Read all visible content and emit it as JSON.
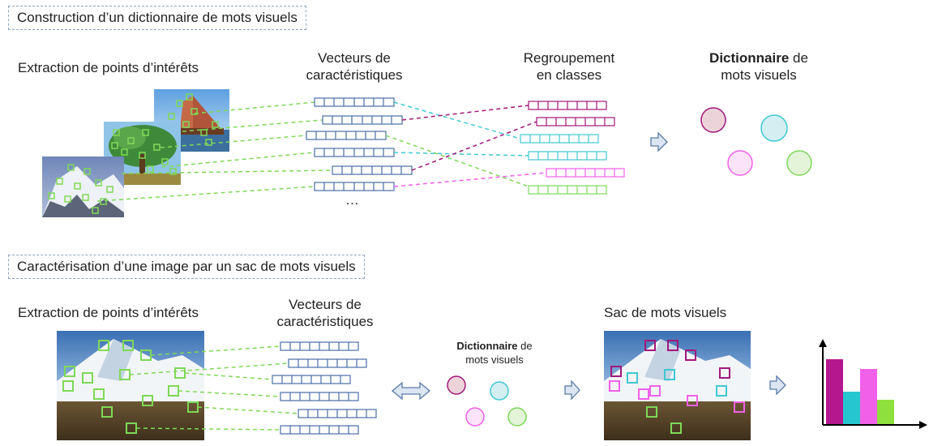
{
  "section1": {
    "title": "Construction d’un dictionnaire de mots visuels",
    "extraction": "Extraction de points d’intérêts",
    "vectors_line1": "Vecteurs de",
    "vectors_line2": "caractéristiques",
    "clustering_line1": "Regroupement",
    "clustering_line2": "en classes",
    "dict_bold": "Dictionnaire",
    "dict_rest": " de",
    "dict_line2": "mots visuels",
    "ellipsis": "…"
  },
  "section2": {
    "title": "Caractérisation d’une image par un sac de mots visuels",
    "extraction": "Extraction de points d’intérêts",
    "vectors_line1": "Vecteurs de",
    "vectors_line2": "caractéristiques",
    "dict_bold": "Dictionnaire",
    "dict_rest": " de",
    "dict_line2": "mots visuels",
    "bag": "Sac de mots visuels"
  },
  "colors": {
    "green": "#7ed957",
    "cyan": "#3fc8d2",
    "magenta": "#a2177a",
    "pink": "#f060e8",
    "vector_blue": "#4a6fa5",
    "arrow_fill": "#dce6f2",
    "arrow_stroke": "#5a7aa8"
  },
  "icons": [
    "interest-point-marker",
    "feature-vector",
    "visual-word-circle",
    "right-arrow-icon",
    "double-arrow-icon",
    "histogram-icon"
  ],
  "histogram": {
    "bars": [
      {
        "word": "magenta",
        "value": 0.8
      },
      {
        "word": "cyan",
        "value": 0.4
      },
      {
        "word": "pink",
        "value": 0.68
      },
      {
        "word": "green",
        "value": 0.3
      }
    ]
  }
}
